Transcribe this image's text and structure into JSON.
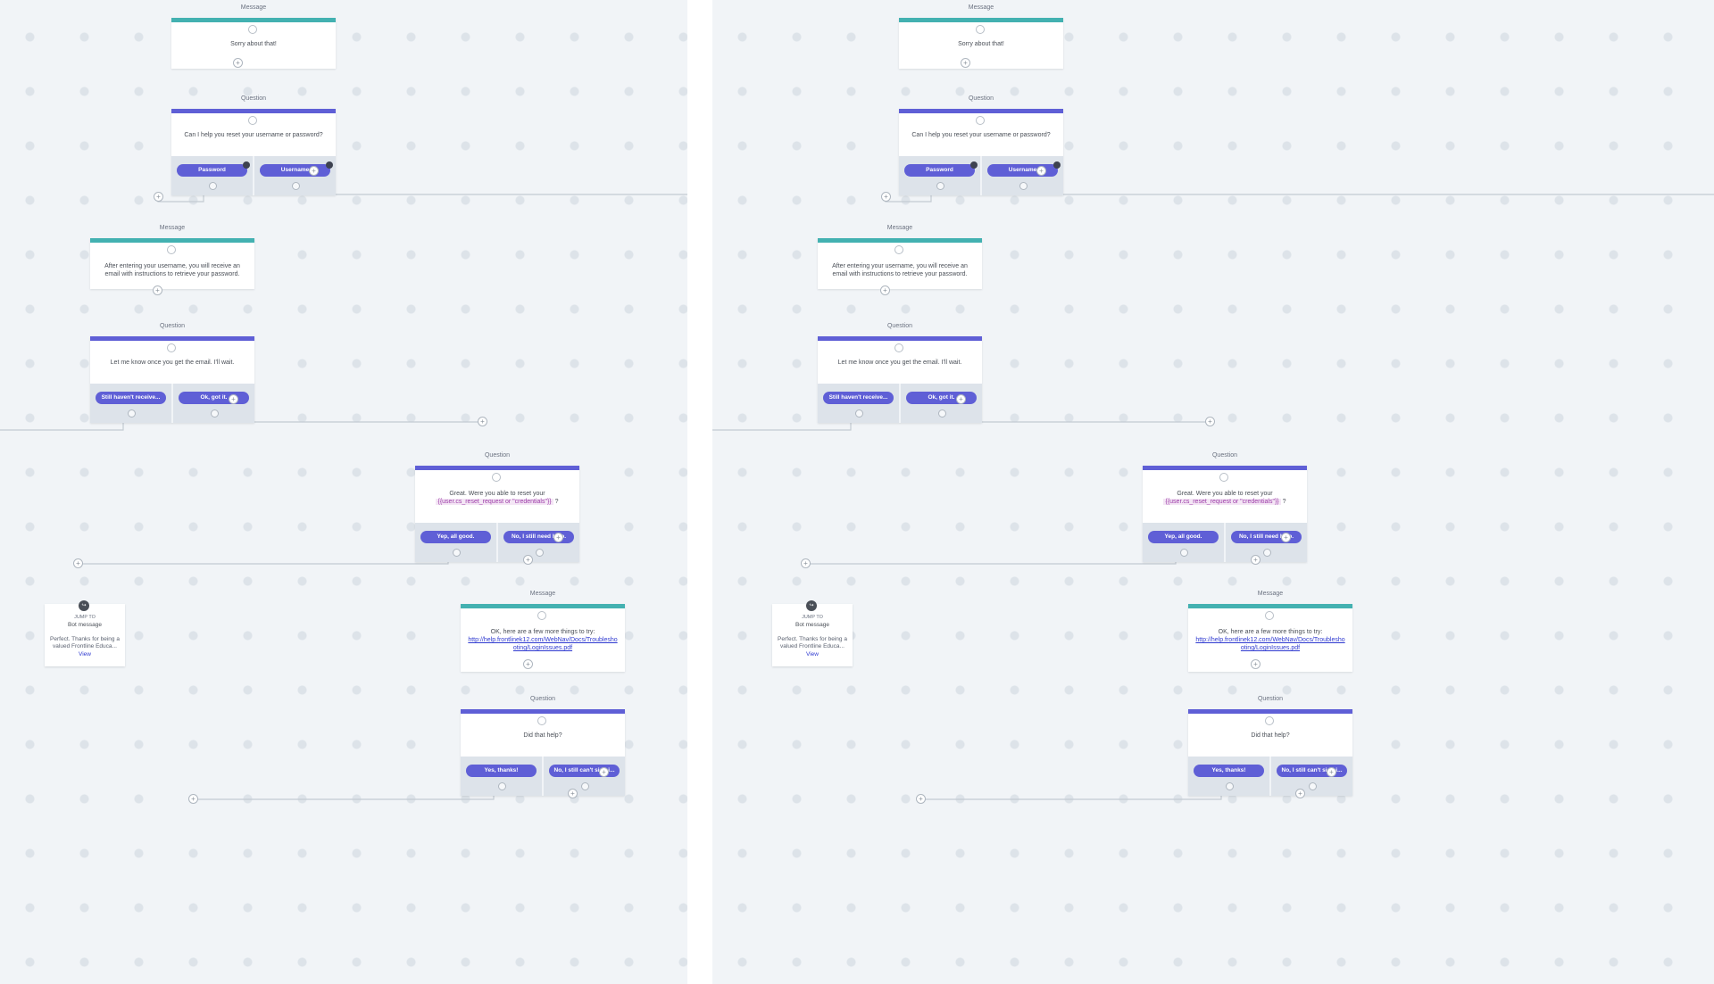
{
  "colors": {
    "canvas": "#f1f4f7",
    "message_accent": "#43b1b1",
    "question_accent": "#5f5fd6",
    "reply_button": "#5f5fd6",
    "link": "#2f3ad0"
  },
  "flow": {
    "sorry_message": {
      "type": "Message",
      "text": "Sorry about that!"
    },
    "reset_question": {
      "type": "Question",
      "text": "Can I help you reset your username or password?",
      "replies": [
        "Password",
        "Username"
      ]
    },
    "username_message": {
      "type": "Message",
      "text": "After entering your username, you will receive an email with instructions to retrieve your password."
    },
    "email_question": {
      "type": "Question",
      "text": "Let me know once you get the email. I'll wait.",
      "replies": [
        "Still haven't receive...",
        "Ok, got it."
      ]
    },
    "great_question": {
      "type": "Question",
      "text_before": "Great. Were you able to reset your",
      "variable": "{{user.cs_reset_request or \"credentials\"}}",
      "text_after": "?",
      "replies": [
        "Yep, all good.",
        "No, I still need help."
      ]
    },
    "jump": {
      "label": "JUMP TO",
      "title": "Bot message",
      "text": "Perfect. Thanks for being a valued Frontline Educa...",
      "link": "View",
      "icon": "redirect-icon"
    },
    "tips_message": {
      "type": "Message",
      "text": "OK, here are a few more things to try:",
      "link": "http://help.frontlinek12.com/WebNav/Docs/Troubleshooting/LoginIssues.pdf"
    },
    "help_question": {
      "type": "Question",
      "text": "Did that help?",
      "replies": [
        "Yes, thanks!",
        "No, I still can't sign i..."
      ]
    }
  }
}
